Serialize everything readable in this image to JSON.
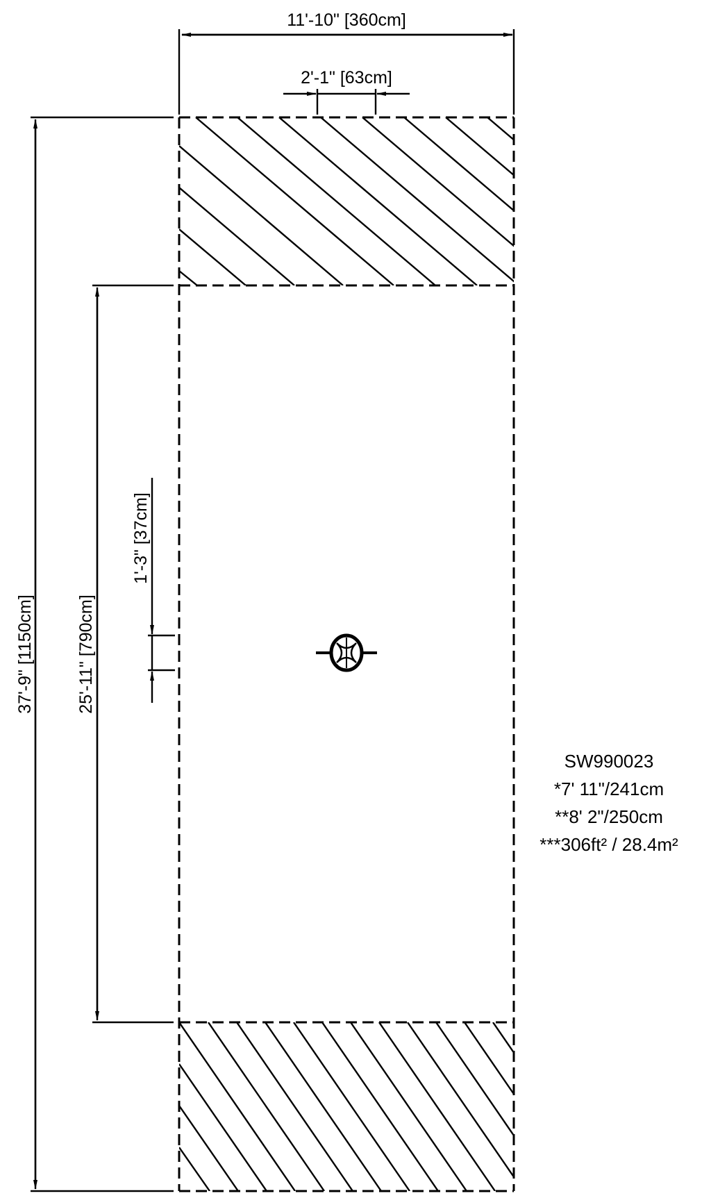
{
  "drawing": {
    "overall_width": "11'-10\" [360cm]",
    "opening_width": "2'-1\" [63cm]",
    "overall_length": "37'-9\" [1150cm]",
    "center_length": "25'-11\" [790cm]",
    "opening_offset": "1'-3\" [37cm]",
    "center_symbol": "swivel-mount-icon"
  },
  "info": {
    "model": "SW990023",
    "line1": "*7' 11\"/241cm",
    "line2": "**8' 2\"/250cm",
    "line3": "***306ft² / 28.4m²"
  }
}
